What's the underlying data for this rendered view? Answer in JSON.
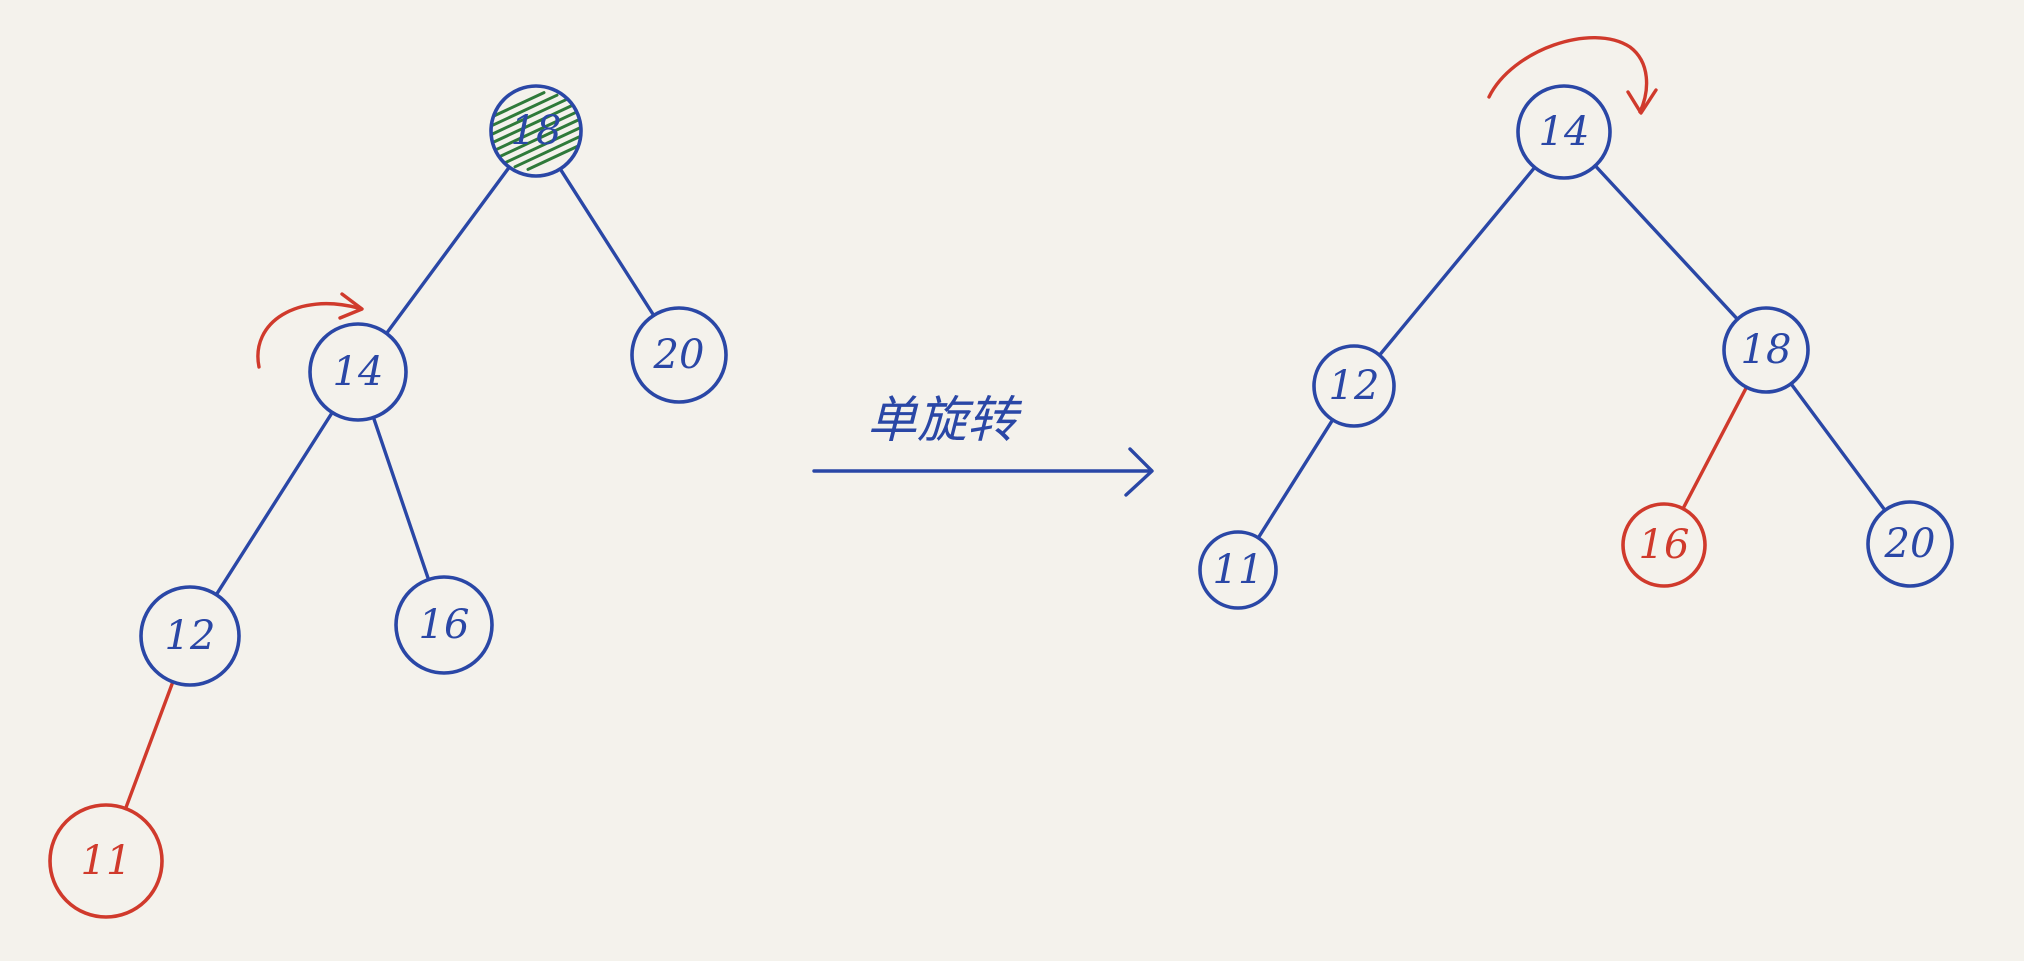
{
  "colors": {
    "paper": "#f4f2ec",
    "ink_blue": "#2a47a6",
    "ink_red": "#d03a2c",
    "hatch_green": "#2f7a3a"
  },
  "caption": "单旋转",
  "before_tree": {
    "nodes": [
      {
        "id": "b18",
        "label": "18",
        "hatched": true
      },
      {
        "id": "b14",
        "label": "14"
      },
      {
        "id": "b20",
        "label": "20"
      },
      {
        "id": "b12",
        "label": "12"
      },
      {
        "id": "b16",
        "label": "16"
      },
      {
        "id": "b11",
        "label": "11",
        "highlight": true
      }
    ],
    "edges": [
      [
        "b18",
        "b14"
      ],
      [
        "b18",
        "b20"
      ],
      [
        "b14",
        "b12"
      ],
      [
        "b14",
        "b16"
      ],
      [
        "b12",
        "b11"
      ]
    ]
  },
  "after_tree": {
    "nodes": [
      {
        "id": "a14",
        "label": "14"
      },
      {
        "id": "a12",
        "label": "12"
      },
      {
        "id": "a18",
        "label": "18"
      },
      {
        "id": "a11",
        "label": "11"
      },
      {
        "id": "a16",
        "label": "16",
        "highlight": true
      },
      {
        "id": "a20",
        "label": "20"
      }
    ],
    "edges": [
      [
        "a14",
        "a12"
      ],
      [
        "a14",
        "a18"
      ],
      [
        "a12",
        "a11"
      ],
      [
        "a18",
        "a16"
      ],
      [
        "a18",
        "a20"
      ]
    ]
  }
}
